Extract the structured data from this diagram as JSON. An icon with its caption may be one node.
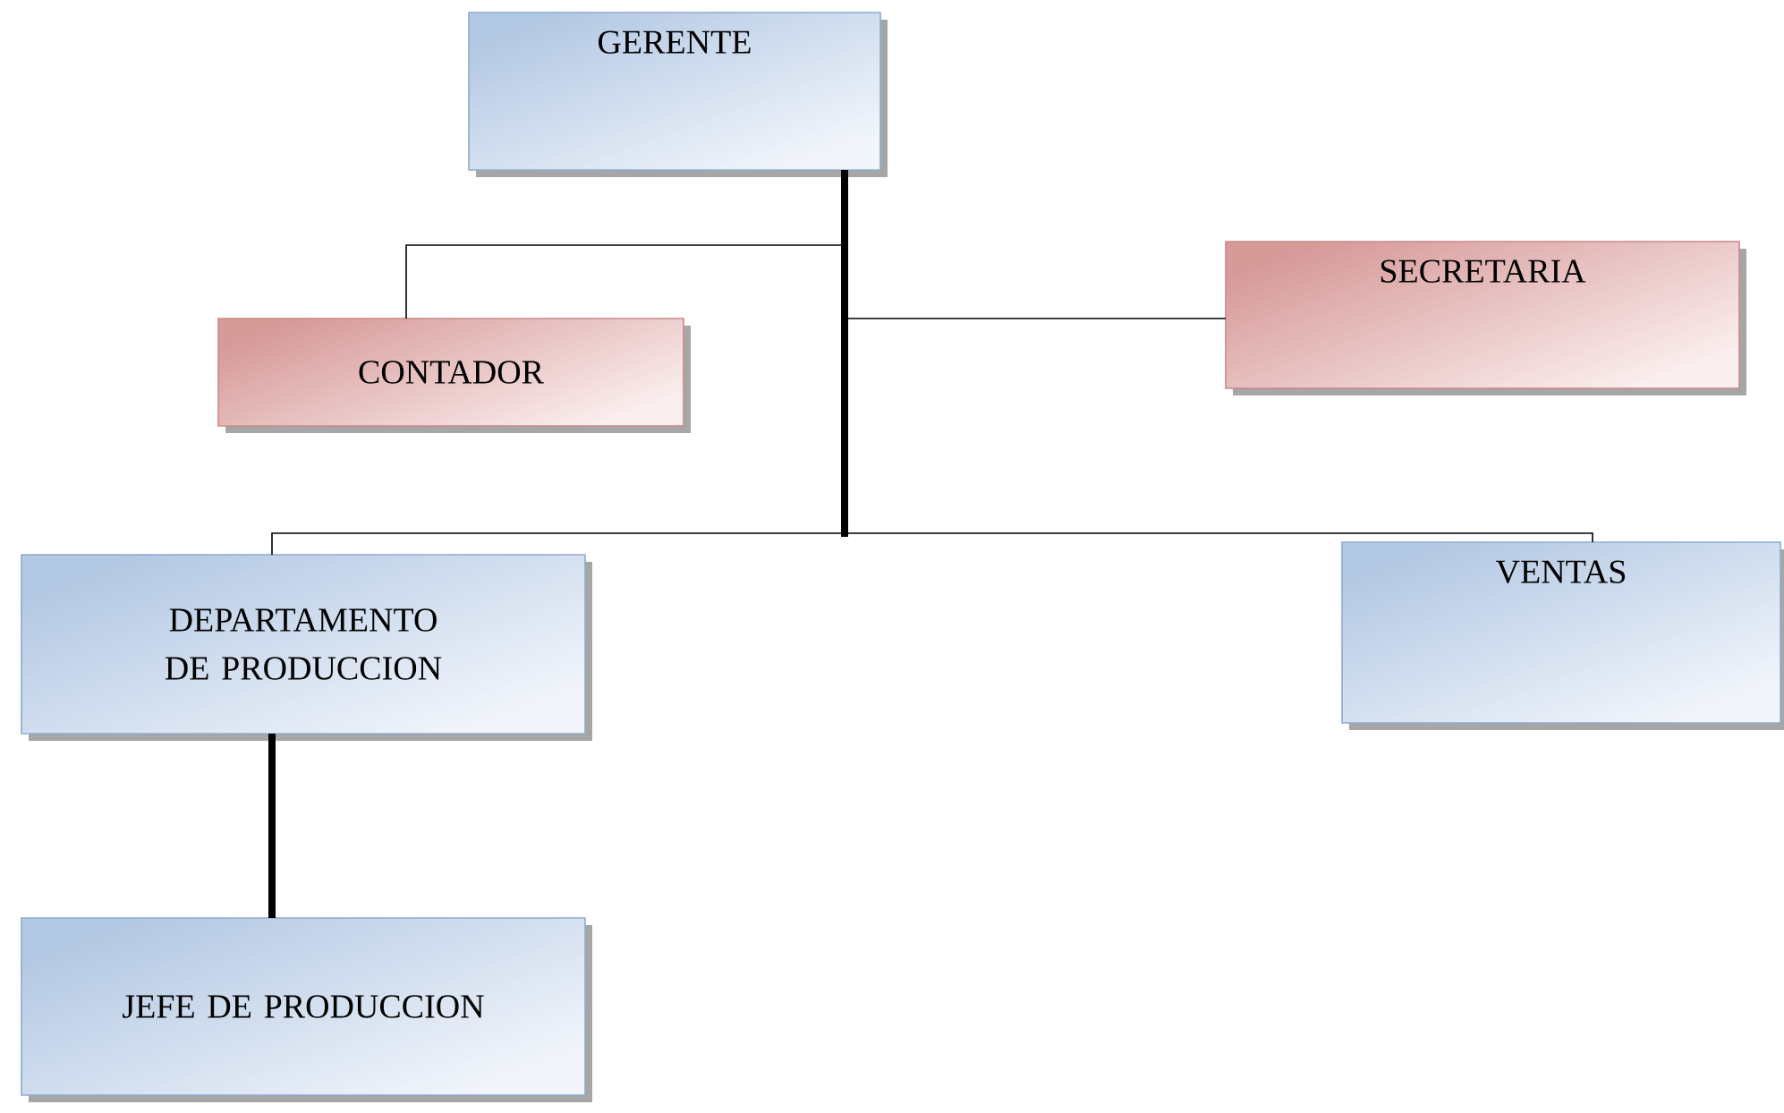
{
  "diagram": {
    "nodes": [
      {
        "text": [
          "GERENTE"
        ]
      },
      {
        "text": [
          "CONTADOR"
        ]
      },
      {
        "text": [
          "SECRETARIA"
        ]
      },
      {
        "text": [
          "DEPARTAMENTO DE PRODUCCION"
        ]
      },
      {
        "text": [
          "VENTAS"
        ]
      },
      {
        "text": [
          "JEFE DE PRODUCCION"
        ]
      }
    ],
    "edges": [
      {
        "from": 0,
        "to": 1,
        "arrow": "none"
      },
      {
        "from": 0,
        "to": 2,
        "arrow": "none"
      },
      {
        "from": 0,
        "to": 3,
        "arrow": "none"
      },
      {
        "from": 0,
        "to": 4,
        "arrow": "none"
      },
      {
        "from": 3,
        "to": 5,
        "arrow": "none",
        "style": "thick"
      }
    ]
  }
}
